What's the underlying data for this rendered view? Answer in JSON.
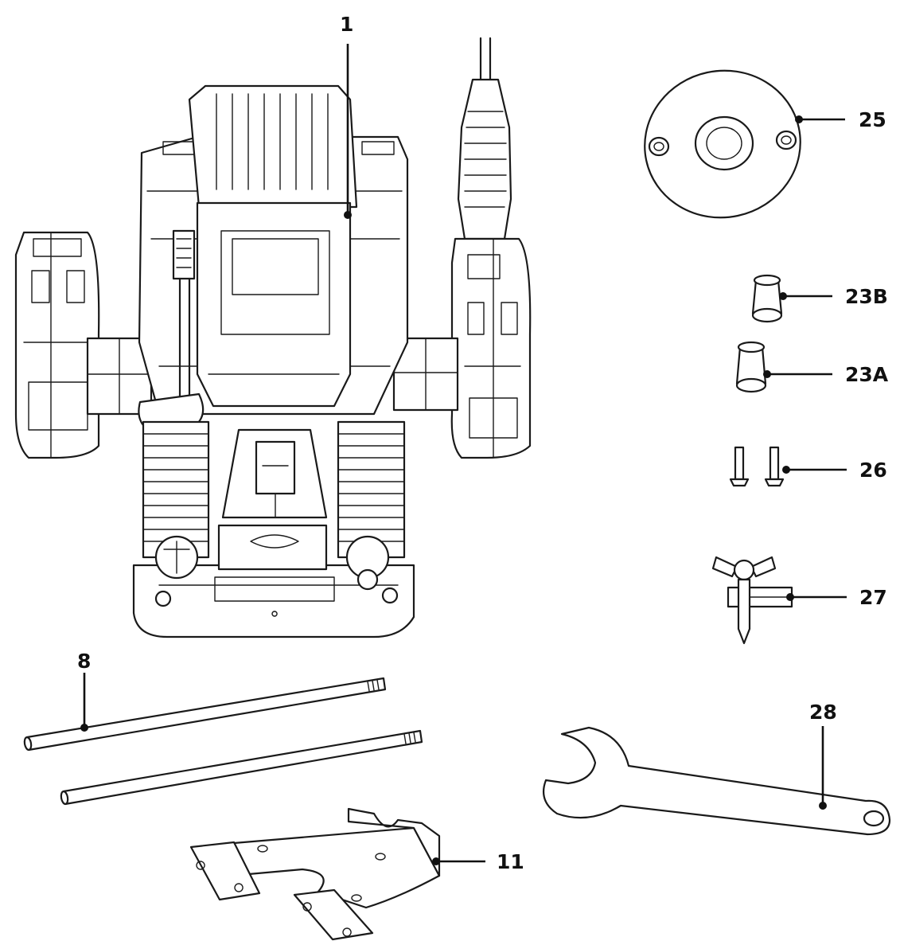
{
  "diagram": {
    "labels": {
      "router": "1",
      "base_plate_25": "25",
      "collet_23b": "23B",
      "collet_23a": "23A",
      "pins_26": "26",
      "circle_guide_27": "27",
      "guide_rods_8": "8",
      "spanner_28": "28",
      "parallel_guide_11": "11"
    }
  }
}
